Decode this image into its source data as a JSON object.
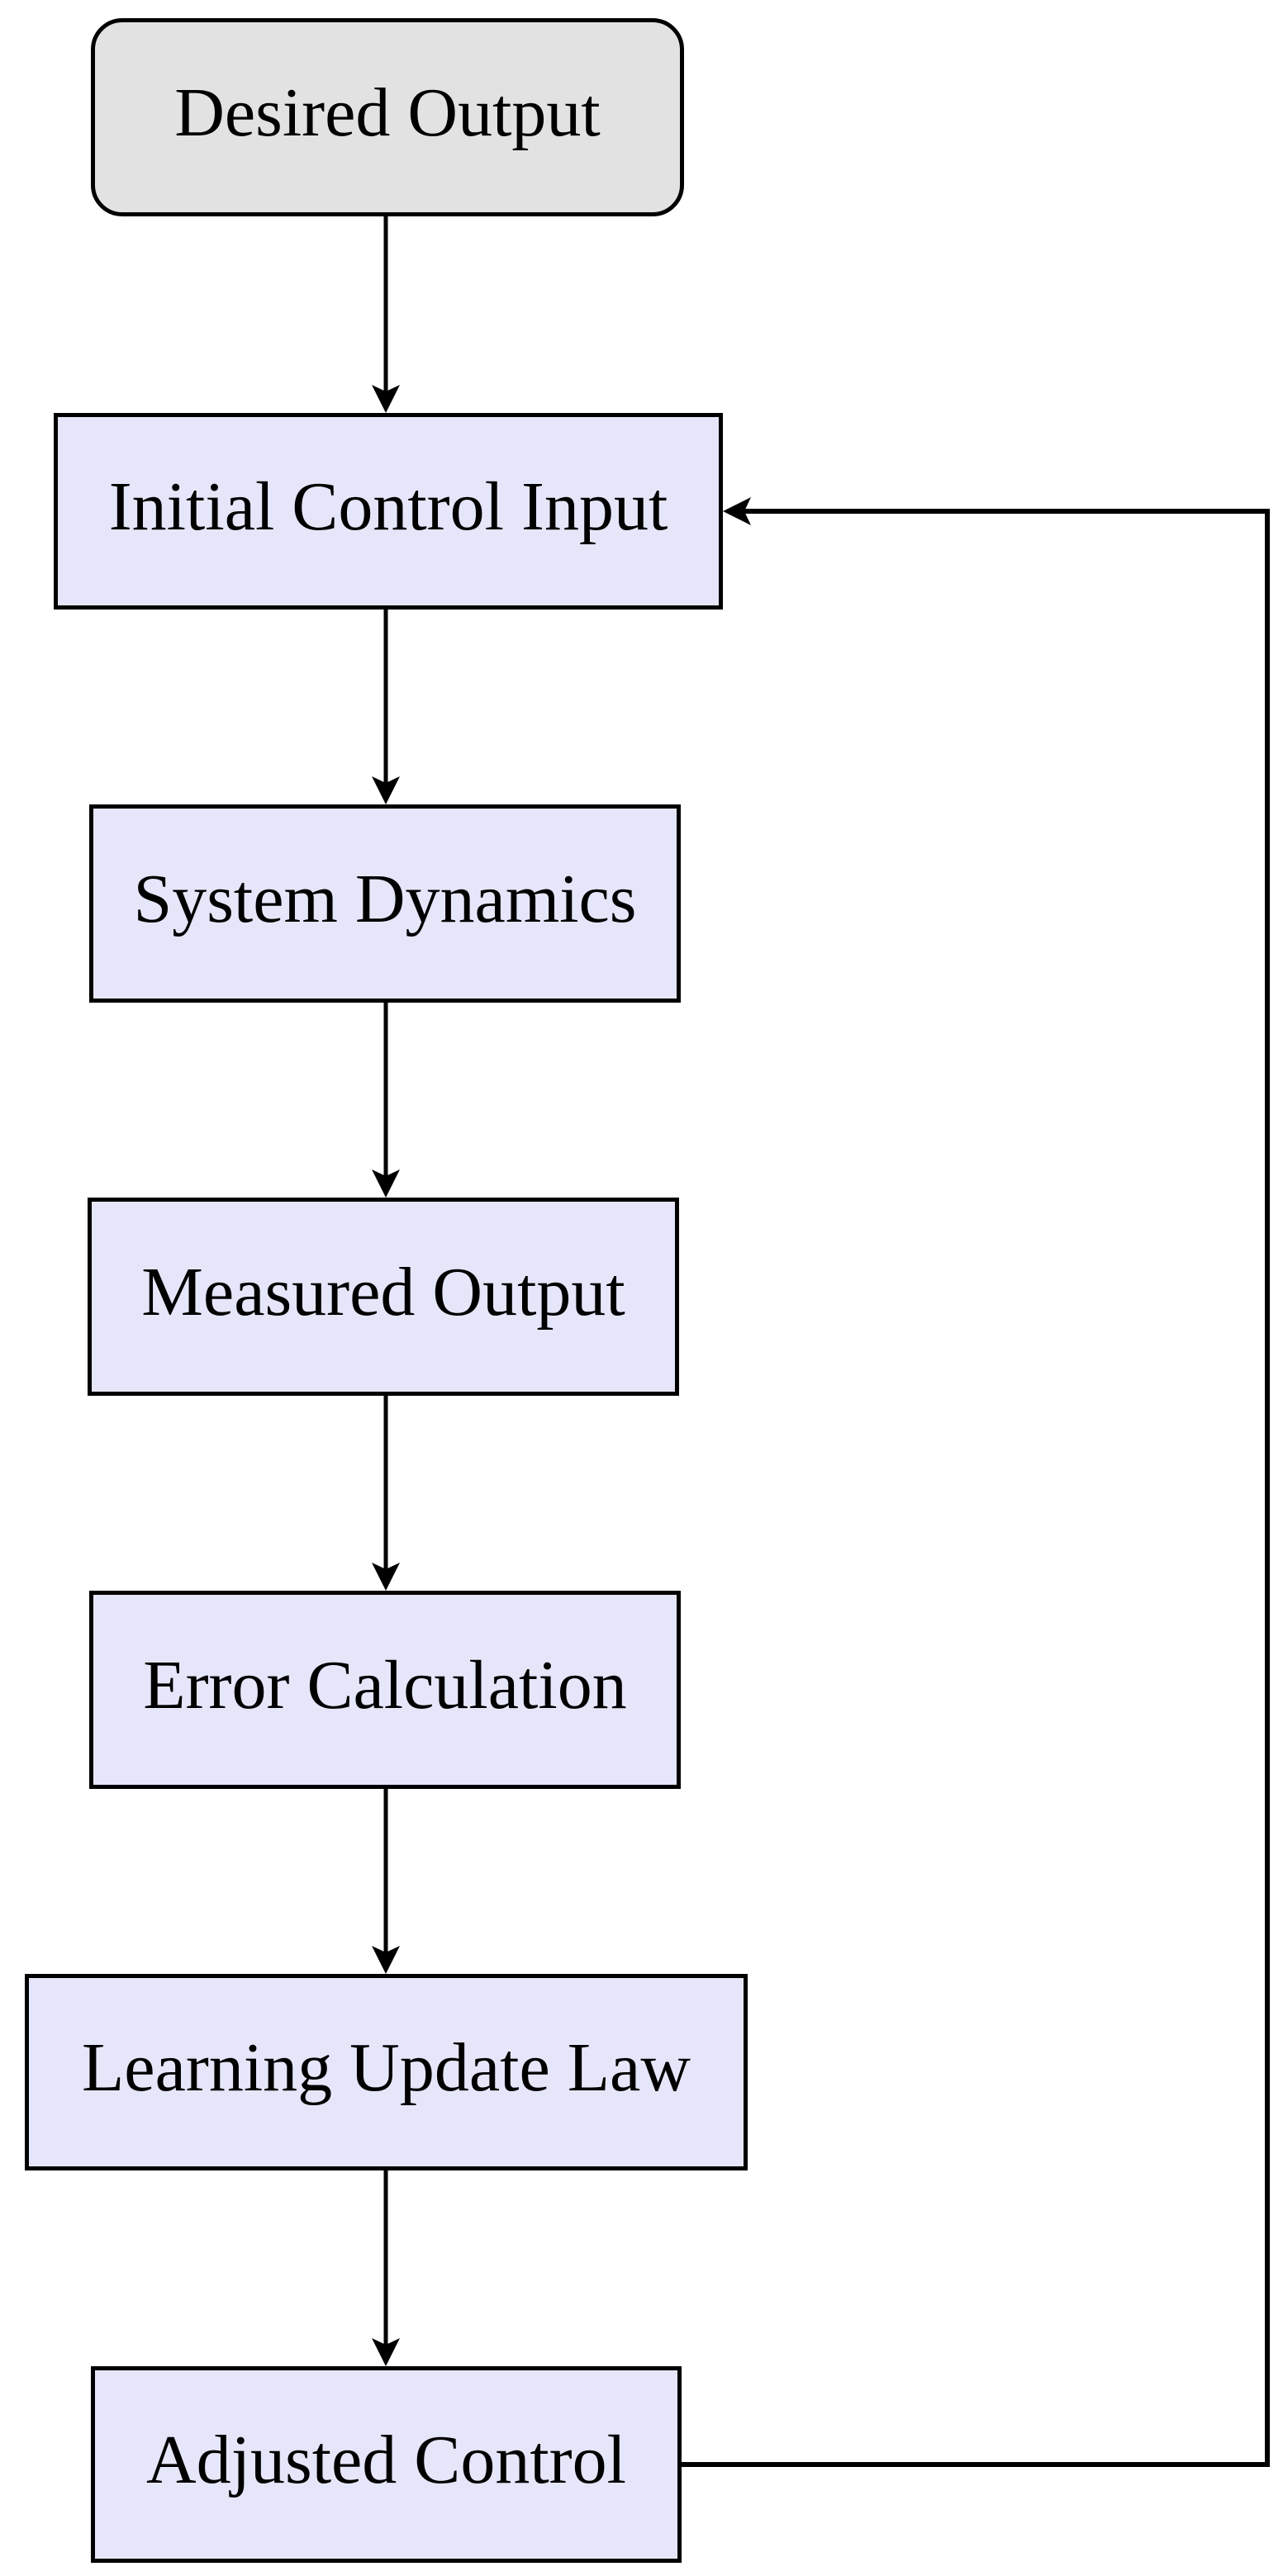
{
  "diagram": {
    "type": "flowchart",
    "description": "Iterative learning control loop diagram"
  },
  "colors": {
    "background": "#ffffff",
    "terminal_fill": "#e2e2e2",
    "process_fill": "#e6e6fa",
    "node_border": "#000000",
    "line_color": "#000000"
  },
  "nodes": [
    {
      "id": "desired-output",
      "label": "Desired Output",
      "shape": "rounded-rectangle",
      "type": "terminal"
    },
    {
      "id": "initial-control",
      "label": "Initial Control Input",
      "shape": "rectangle",
      "type": "process"
    },
    {
      "id": "system-dynamics",
      "label": "System Dynamics",
      "shape": "rectangle",
      "type": "process"
    },
    {
      "id": "measured-output",
      "label": "Measured Output",
      "shape": "rectangle",
      "type": "process"
    },
    {
      "id": "error-calculation",
      "label": "Error Calculation",
      "shape": "rectangle",
      "type": "process"
    },
    {
      "id": "learning-update-law",
      "label": "Learning Update Law",
      "shape": "rectangle",
      "type": "process"
    },
    {
      "id": "adjusted-control",
      "label": "Adjusted Control",
      "shape": "rectangle",
      "type": "process"
    }
  ],
  "edges": [
    {
      "from": "desired-output",
      "to": "initial-control",
      "style": "arrow-down"
    },
    {
      "from": "initial-control",
      "to": "system-dynamics",
      "style": "arrow-down"
    },
    {
      "from": "system-dynamics",
      "to": "measured-output",
      "style": "arrow-down"
    },
    {
      "from": "measured-output",
      "to": "error-calculation",
      "style": "arrow-down"
    },
    {
      "from": "error-calculation",
      "to": "learning-update-law",
      "style": "arrow-down"
    },
    {
      "from": "learning-update-law",
      "to": "adjusted-control",
      "style": "arrow-down"
    },
    {
      "from": "adjusted-control",
      "to": "initial-control",
      "style": "feedback-loop-right"
    }
  ]
}
